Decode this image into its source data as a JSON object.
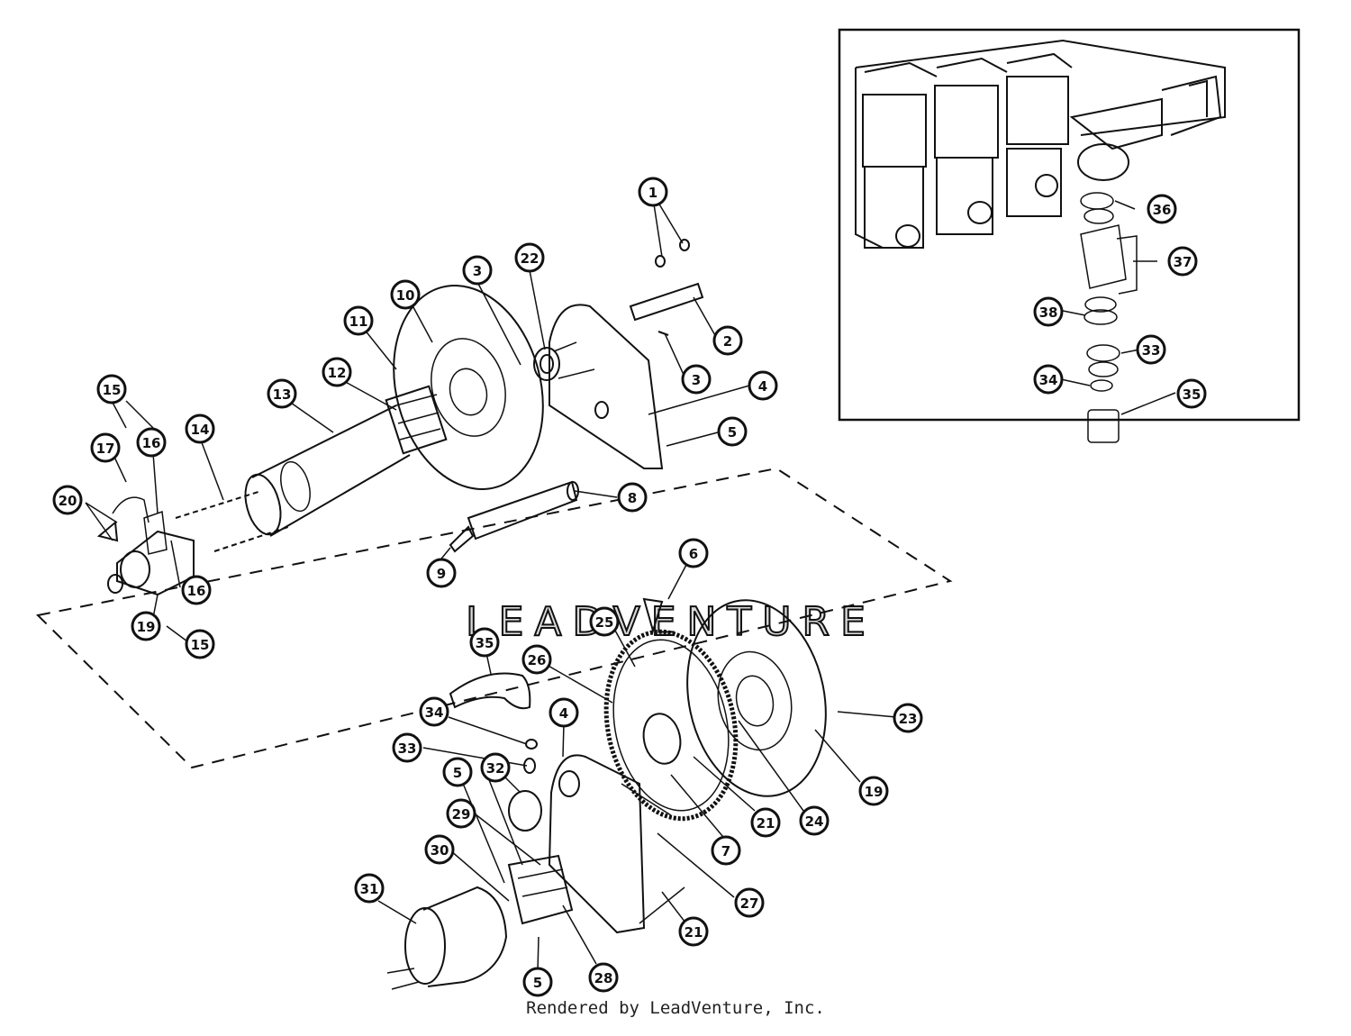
{
  "watermark": "LEADVENTURE",
  "footer": "Rendered by LeadVenture, Inc.",
  "callouts": [
    "1",
    "2",
    "3",
    "22",
    "3",
    "4",
    "5",
    "10",
    "11",
    "12",
    "13",
    "14",
    "15",
    "17",
    "16",
    "20",
    "16",
    "19",
    "15",
    "8",
    "9",
    "6",
    "36",
    "37",
    "38",
    "33",
    "34",
    "35",
    "25",
    "26",
    "35",
    "34",
    "4",
    "33",
    "5",
    "32",
    "29",
    "30",
    "31",
    "5",
    "28",
    "21",
    "27",
    "7",
    "21",
    "24",
    "19",
    "23"
  ]
}
